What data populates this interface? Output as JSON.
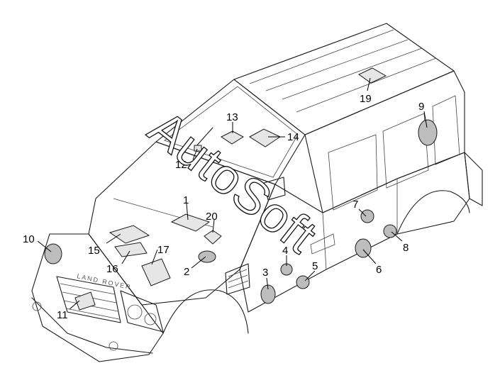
{
  "watermark": "AutoSoft",
  "grille_badge": "LAND ROVER",
  "callouts": [
    "1",
    "2",
    "3",
    "4",
    "5",
    "6",
    "7",
    "8",
    "9",
    "10",
    "11",
    "12",
    "13",
    "14",
    "15",
    "16",
    "17",
    "19",
    "20"
  ]
}
